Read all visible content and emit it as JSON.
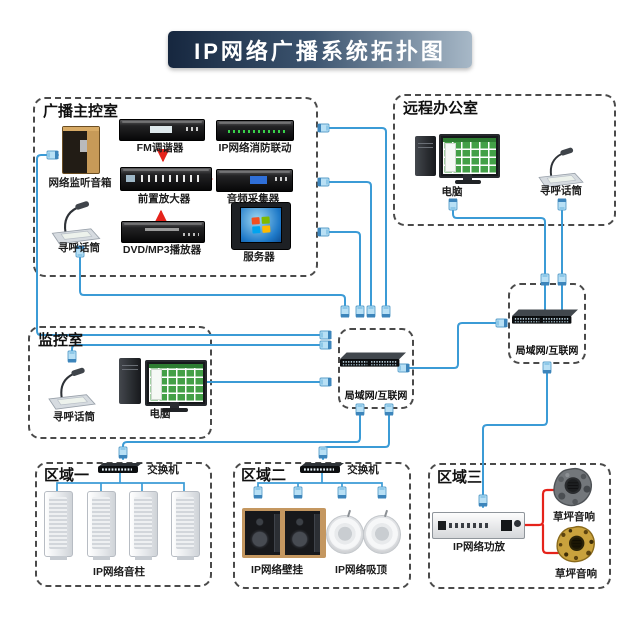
{
  "title": "IP网络广播系统拓扑图",
  "master_room": {
    "label": "广播主控室",
    "monitor_speaker": "网络监听音箱",
    "fm_tuner": "FM调谐器",
    "fire_linkage": "IP网络消防联动",
    "preamp": "前置放大器",
    "audio_collector": "音频采集器",
    "paging_mic": "寻呼话筒",
    "dvd_player": "DVD/MP3播放器",
    "server": "服务器"
  },
  "remote_office": {
    "label": "远程办公室",
    "pc": "电脑",
    "paging_mic": "寻呼话筒"
  },
  "monitor_room": {
    "label": "监控室",
    "paging_mic": "寻呼话筒",
    "pc": "电脑"
  },
  "lan_center": {
    "label": "局域网/互联网"
  },
  "lan_right": {
    "label": "局域网/互联网"
  },
  "zone1": {
    "label": "区域一",
    "switch": "交换机",
    "column_speakers": "IP网络音柱"
  },
  "zone2": {
    "label": "区域二",
    "switch": "交换机",
    "wall_speakers": "IP网络壁挂",
    "ceiling_speakers": "IP网络吸顶"
  },
  "zone3": {
    "label": "区域三",
    "amp": "IP网络功放",
    "rock_speaker_top": "草坪音响",
    "rock_speaker_bottom": "草坪音响"
  },
  "colors": {
    "cable_blue": "#3b9bd6",
    "connector_blue": "#b8e0f5",
    "arrow_red": "#e5231b",
    "title_bg_start": "#16273f",
    "title_bg_end": "#a7b8c7"
  }
}
